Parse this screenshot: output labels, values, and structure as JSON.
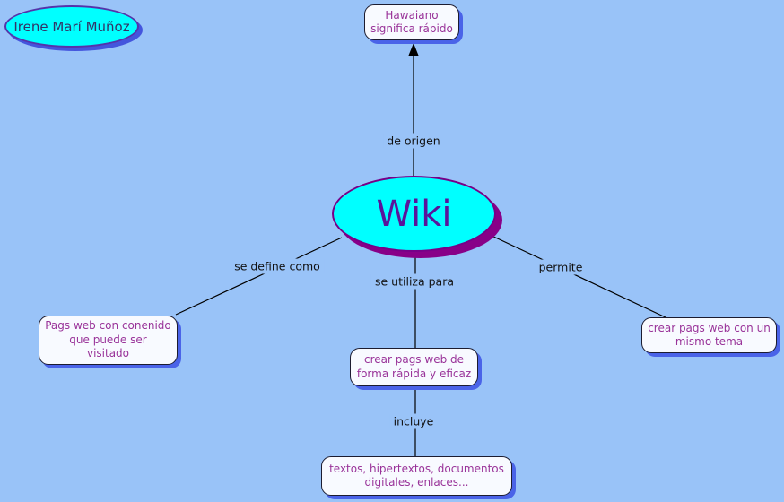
{
  "canvas": {
    "background_color": "#99c3f8"
  },
  "author": {
    "label": "Irene Marí Muñoz"
  },
  "nodes": {
    "wiki": {
      "label": "Wiki"
    },
    "origin": {
      "text": "Hawaiano\nsignifica rápido"
    },
    "definition": {
      "text": "Pags web con conenido\nque puede ser\nvisitado"
    },
    "usage": {
      "text": "crear pags web de\nforma rápida y eficaz"
    },
    "permits": {
      "text": "crear pags web con un\nmismo tema"
    },
    "includes": {
      "text": "textos, hipertextos, documentos\ndigitales, enlaces..."
    }
  },
  "link_labels": {
    "de_origen": "de origen",
    "se_define_como": "se define como",
    "se_utiliza_para": "se utiliza para",
    "permite": "permite",
    "incluye": "incluye"
  },
  "colors": {
    "background": "#99c3f8",
    "ellipse_fill": "#00ffff",
    "ellipse_border": "#770088",
    "wiki_shadow": "#880088",
    "author_shadow": "#4455dd",
    "box_fill": "#f8faff",
    "box_border": "#1c1c30",
    "box_shadow": "#4a63e8",
    "node_text": "#993399",
    "wiki_text": "#5a149b",
    "author_text": "#333366",
    "line": "#000000"
  }
}
